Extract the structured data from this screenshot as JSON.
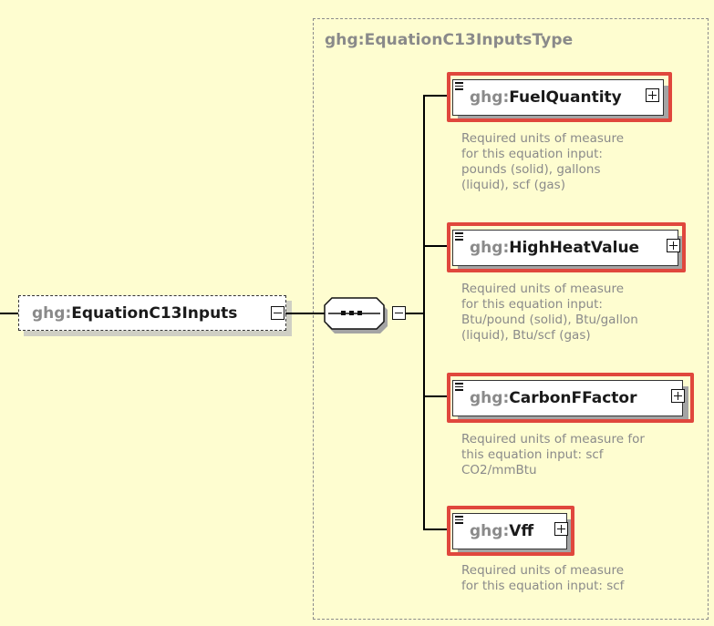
{
  "complex_type": {
    "title": "ghg:EquationC13InputsType"
  },
  "root": {
    "prefix": "ghg:",
    "name": "EquationC13Inputs",
    "toggle": "minus"
  },
  "sequence": {
    "label": "sequence compositor",
    "toggle": "minus"
  },
  "children": [
    {
      "prefix": "ghg:",
      "name": "FuelQuantity",
      "toggle": "plus",
      "description": "Required units of measure\nfor this equation input:\npounds (solid), gallons\n(liquid), scf (gas)"
    },
    {
      "prefix": "ghg:",
      "name": "HighHeatValue",
      "toggle": "plus",
      "description": "Required units of measure\nfor this equation input:\nBtu/pound (solid), Btu/gallon\n(liquid), Btu/scf (gas)"
    },
    {
      "prefix": "ghg:",
      "name": "CarbonFFactor",
      "toggle": "plus",
      "description": "Required units of measure for\nthis equation input: scf\nCO2/mmBtu"
    },
    {
      "prefix": "ghg:",
      "name": "Vff",
      "toggle": "plus",
      "description": "Required units of measure\nfor this equation input: scf"
    }
  ],
  "colors": {
    "background": "#fefdd0",
    "highlight": "#e0473d",
    "prefix_text": "#8a8a8a",
    "name_text": "#1a1a1a"
  }
}
